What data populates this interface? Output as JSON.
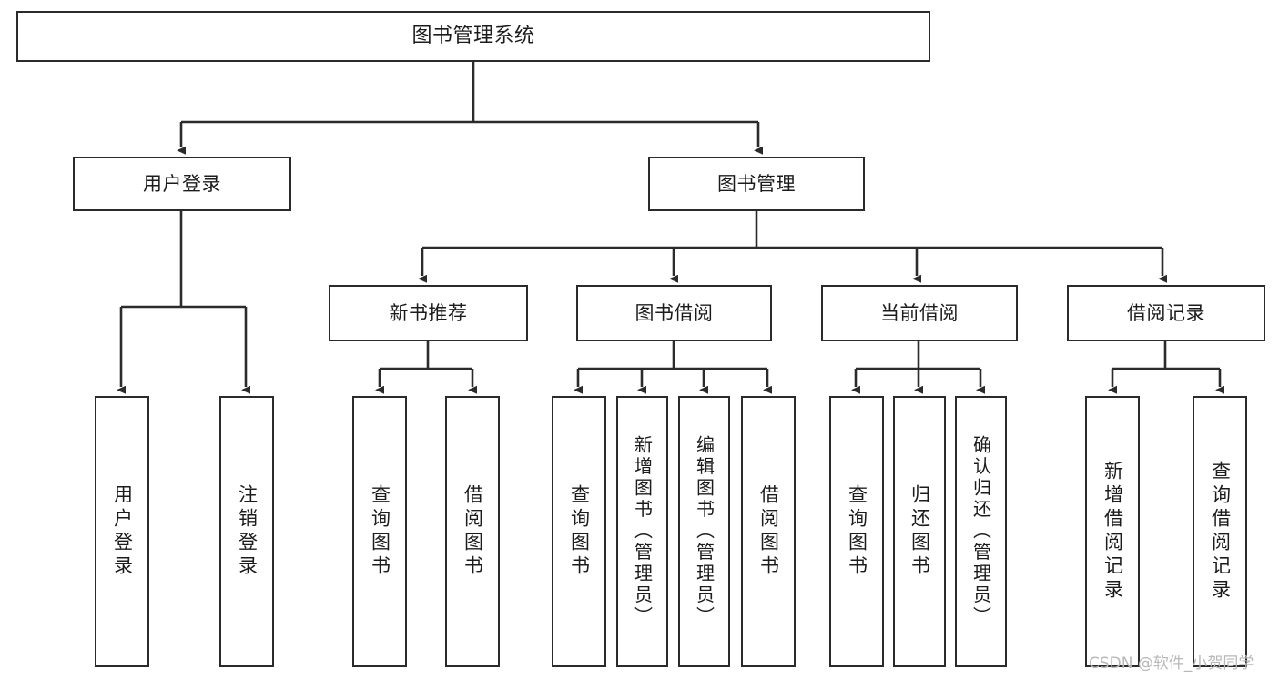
{
  "diagram": {
    "title": "图书管理系统",
    "type": "tree-hierarchy",
    "stroke_color": "#2b2b2b",
    "background_color": "#ffffff",
    "text_color": "#1c1c1c"
  },
  "root": {
    "label": "图书管理系统"
  },
  "level2": {
    "user_login": "用户登录",
    "book_manage": "图书管理"
  },
  "level3": {
    "new_book_recommend": "新书推荐",
    "book_borrow": "图书借阅",
    "current_borrow": "当前借阅",
    "borrow_record": "借阅记录"
  },
  "leaves": {
    "user_login_children": [
      "用户登录",
      "注销登录"
    ],
    "new_book_recommend_children": [
      "查询图书",
      "借阅图书"
    ],
    "book_borrow_children": [
      "查询图书",
      "新增图书（管理员）",
      "编辑图书（管理员）",
      "借阅图书"
    ],
    "current_borrow_children": [
      "查询图书",
      "归还图书",
      "确认归还（管理员）"
    ],
    "borrow_record_children": [
      "新增借阅记录",
      "查询借阅记录"
    ]
  },
  "watermark": {
    "text": "CSDN @软件_小贺同学"
  }
}
